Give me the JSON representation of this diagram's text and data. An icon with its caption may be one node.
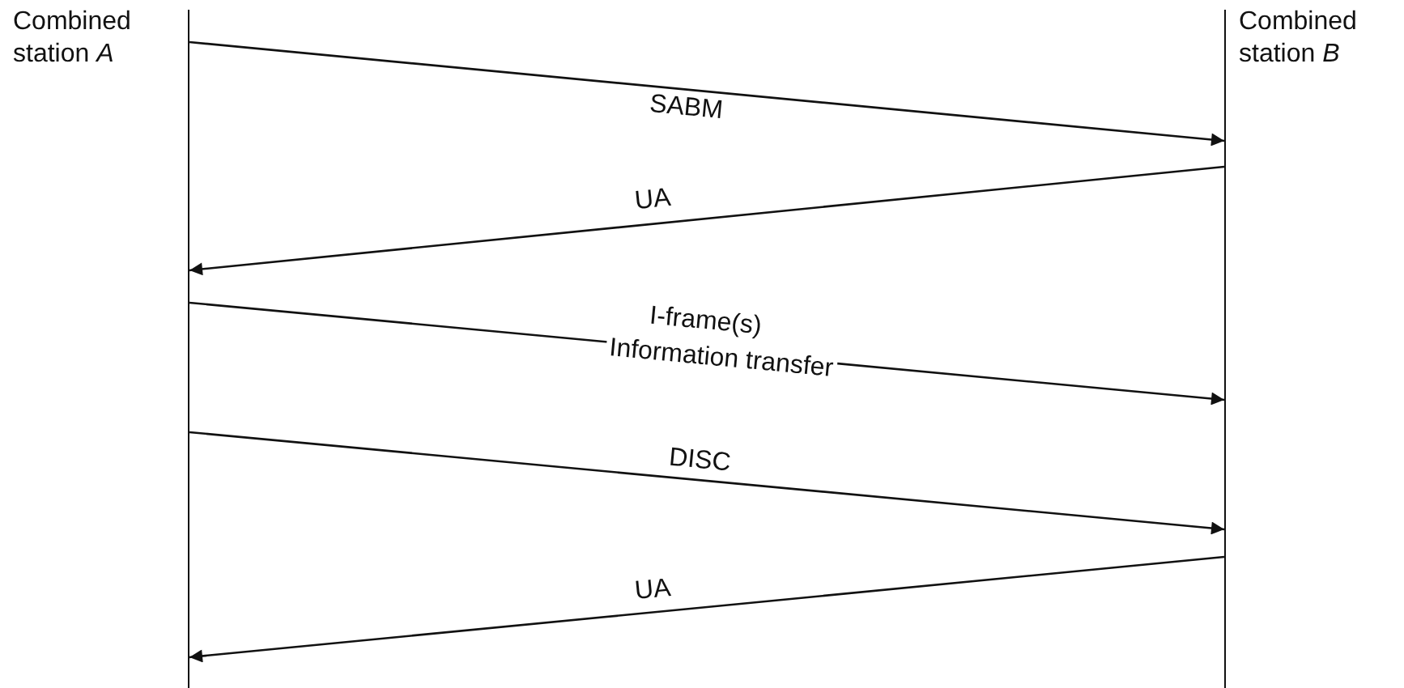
{
  "diagram": {
    "nodes": [
      {
        "text": [
          "Combined station *A*"
        ]
      },
      {
        "text": [
          "Combined station *B*"
        ]
      }
    ],
    "edges": [
      {
        "from": 0,
        "to": 1,
        "arrow": "to",
        "label": "SABM"
      },
      {
        "from": 1,
        "to": 0,
        "arrow": "to",
        "label": "UA"
      },
      {
        "from": 0,
        "to": 1,
        "arrow": "to",
        "label": "I-frame(s)"
      },
      {
        "from": 0,
        "to": 1,
        "arrow": "to",
        "label": "DISC"
      },
      {
        "from": 1,
        "to": 0,
        "arrow": "to",
        "label": "UA"
      }
    ],
    "labels": [
      "Information transfer"
    ]
  }
}
